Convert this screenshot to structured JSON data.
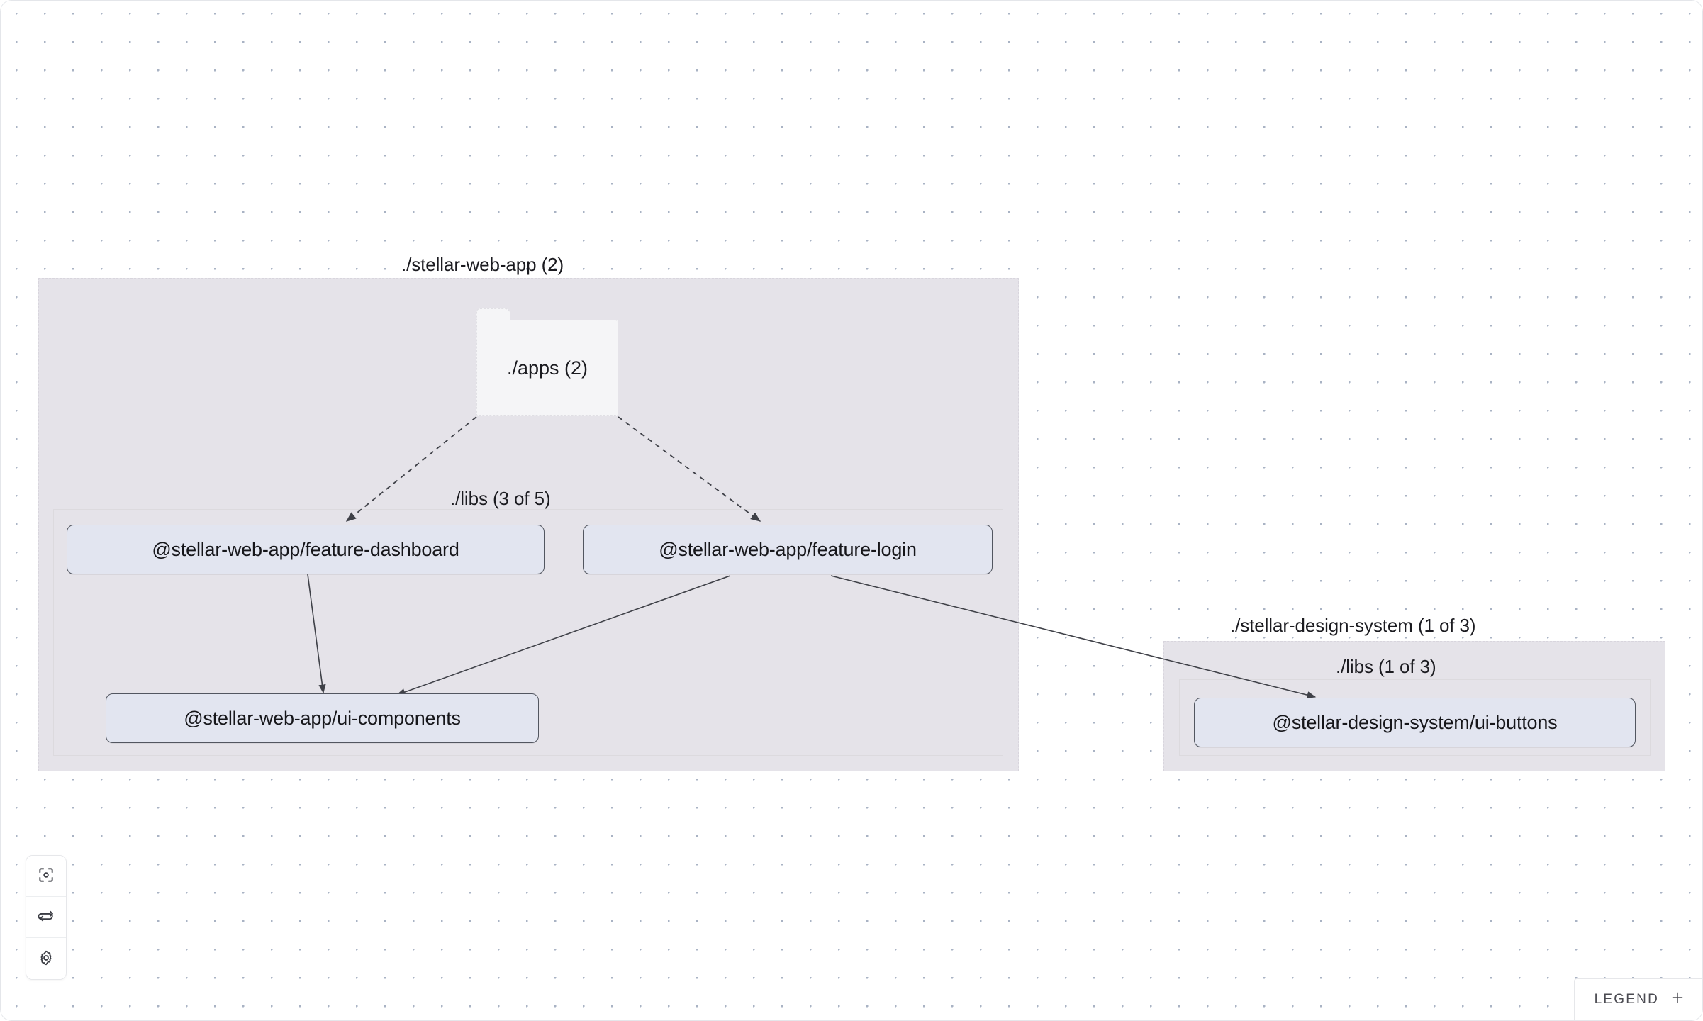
{
  "graph": {
    "projects": [
      {
        "id": "stellar-web-app",
        "title": "./stellar-web-app (2)",
        "folders": [
          {
            "id": "apps",
            "label": "./apps (2)"
          }
        ],
        "groups": [
          {
            "id": "libs",
            "title": "./libs (3 of 5)",
            "nodes": [
              {
                "id": "feature-dashboard",
                "label": "@stellar-web-app/feature-dashboard"
              },
              {
                "id": "feature-login",
                "label": "@stellar-web-app/feature-login"
              },
              {
                "id": "ui-components",
                "label": "@stellar-web-app/ui-components"
              }
            ]
          }
        ]
      },
      {
        "id": "stellar-design-system",
        "title": "./stellar-design-system (1 of 3)",
        "folders": [],
        "groups": [
          {
            "id": "ds-libs",
            "title": "./libs (1 of 3)",
            "nodes": [
              {
                "id": "ui-buttons",
                "label": "@stellar-design-system/ui-buttons"
              }
            ]
          }
        ]
      }
    ],
    "edges": [
      {
        "from": "apps",
        "to": "feature-dashboard",
        "style": "dashed"
      },
      {
        "from": "apps",
        "to": "feature-login",
        "style": "dashed"
      },
      {
        "from": "feature-dashboard",
        "to": "ui-components",
        "style": "solid"
      },
      {
        "from": "feature-login",
        "to": "ui-components",
        "style": "solid"
      },
      {
        "from": "feature-login",
        "to": "ui-buttons",
        "style": "solid"
      }
    ]
  },
  "toolbar": {
    "buttons": [
      {
        "id": "focus",
        "icon": "focus-target-icon",
        "title": "Focus graph"
      },
      {
        "id": "refresh",
        "icon": "refresh-icon",
        "title": "Refresh"
      },
      {
        "id": "settings",
        "icon": "gear-icon",
        "title": "Settings"
      }
    ]
  },
  "legend": {
    "label": "LEGEND",
    "expand_icon": "plus-icon"
  },
  "colors": {
    "canvas_background": "#ffffff",
    "dot_grid": "#a9b3c4",
    "project_fill": "#e5e3e9",
    "project_border": "#d8d5dd",
    "group_border": "#dcdade",
    "node_fill": "#e2e5f0",
    "node_border": "#525660",
    "folder_fill": "#f5f5f7",
    "edge": "#3f4148",
    "text": "#1b1b20"
  }
}
